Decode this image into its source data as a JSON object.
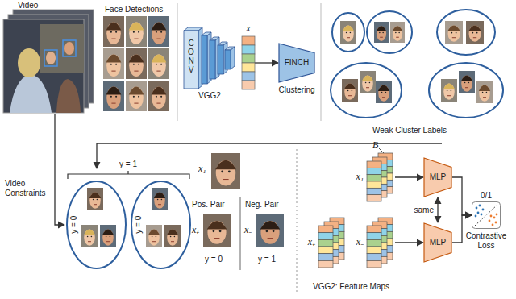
{
  "diagram": {
    "nodes": [
      {
        "text": [
          "CONV",
          "VGG2"
        ]
      },
      {
        "text": [
          "x"
        ]
      },
      {
        "text": [
          "FINCH",
          "Clustering"
        ]
      },
      {
        "text": [
          "y = 0"
        ]
      },
      {
        "text": [
          "y = 0"
        ]
      },
      {
        "text": [
          "x₁"
        ]
      },
      {
        "text": [
          "x₊"
        ]
      },
      {
        "text": [
          "x₋"
        ]
      },
      {
        "text": [
          "MLP"
        ]
      },
      {
        "text": [
          "MLP"
        ]
      },
      {
        "text": [
          "0/1",
          "Contrastive Loss"
        ]
      }
    ],
    "edges": [
      {
        "from": 1,
        "to": 2,
        "arrow": "to"
      },
      {
        "from": 5,
        "to": 8,
        "arrow": "to"
      },
      {
        "from": 7,
        "to": 9,
        "arrow": "to"
      },
      {
        "from": 8,
        "to": 9,
        "label": "same",
        "arrow": "both"
      },
      {
        "from": 8,
        "to": 10,
        "arrow": "to"
      },
      {
        "from": 9,
        "to": 10,
        "arrow": "to"
      }
    ],
    "labels": [
      "Video",
      "Face Detections",
      "Weak Cluster Labels",
      "Video Constraints",
      "y = 1",
      "x₁",
      "Pos. Pair",
      "Neg. Pair",
      "x₊",
      "x₋",
      "y = 0",
      "y = 1",
      "B",
      "VGG2: Feature Maps"
    ]
  }
}
